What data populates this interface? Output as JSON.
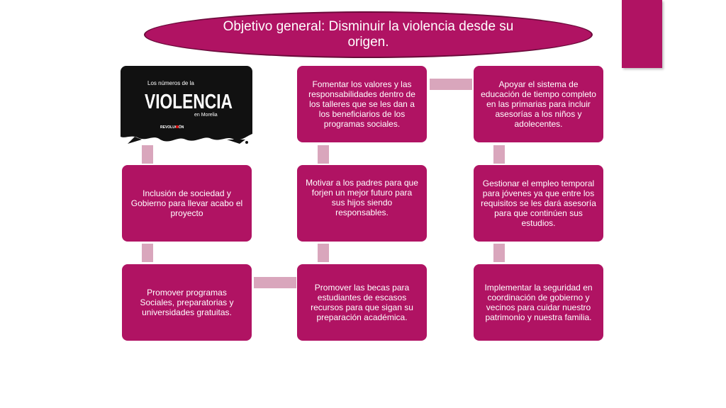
{
  "title": "Objetivo general: Disminuir la violencia desde su origen.",
  "image": {
    "top_text": "Los números de la",
    "main_text": "VIOLENCIA",
    "sub_text": "en Morelia",
    "tag_text": "REVOLUCIÓN"
  },
  "boxes": {
    "col1_mid": "Inclusión de sociedad y Gobierno para llevar acabo el proyecto",
    "col1_bottom": "Promover programas Sociales,  preparatorias y universidades gratuitas.",
    "col2_top": "Fomentar los valores y las responsabilidades dentro de los talleres que se les dan a los beneficiarios de los programas sociales.",
    "col2_mid": "Motivar a los padres para que forjen un mejor futuro para sus hijos siendo responsables.",
    "col2_bottom": "Promover las becas para estudiantes de escasos recursos para que sigan su preparación académica.",
    "col3_top": "Apoyar el sistema de educación de tiempo completo en las primarias para incluir asesorías a los niños y adolecentes.",
    "col3_mid": "Gestionar el empleo temporal para jóvenes ya que entre los requisitos se les dará asesoría para que continúen sus estudios.",
    "col3_bottom": "Implementar la seguridad en coordinación de gobierno y vecinos para cuidar nuestro patrimonio y nuestra familia."
  },
  "colors": {
    "box": "#b01363",
    "connector": "#d9a6bc"
  }
}
